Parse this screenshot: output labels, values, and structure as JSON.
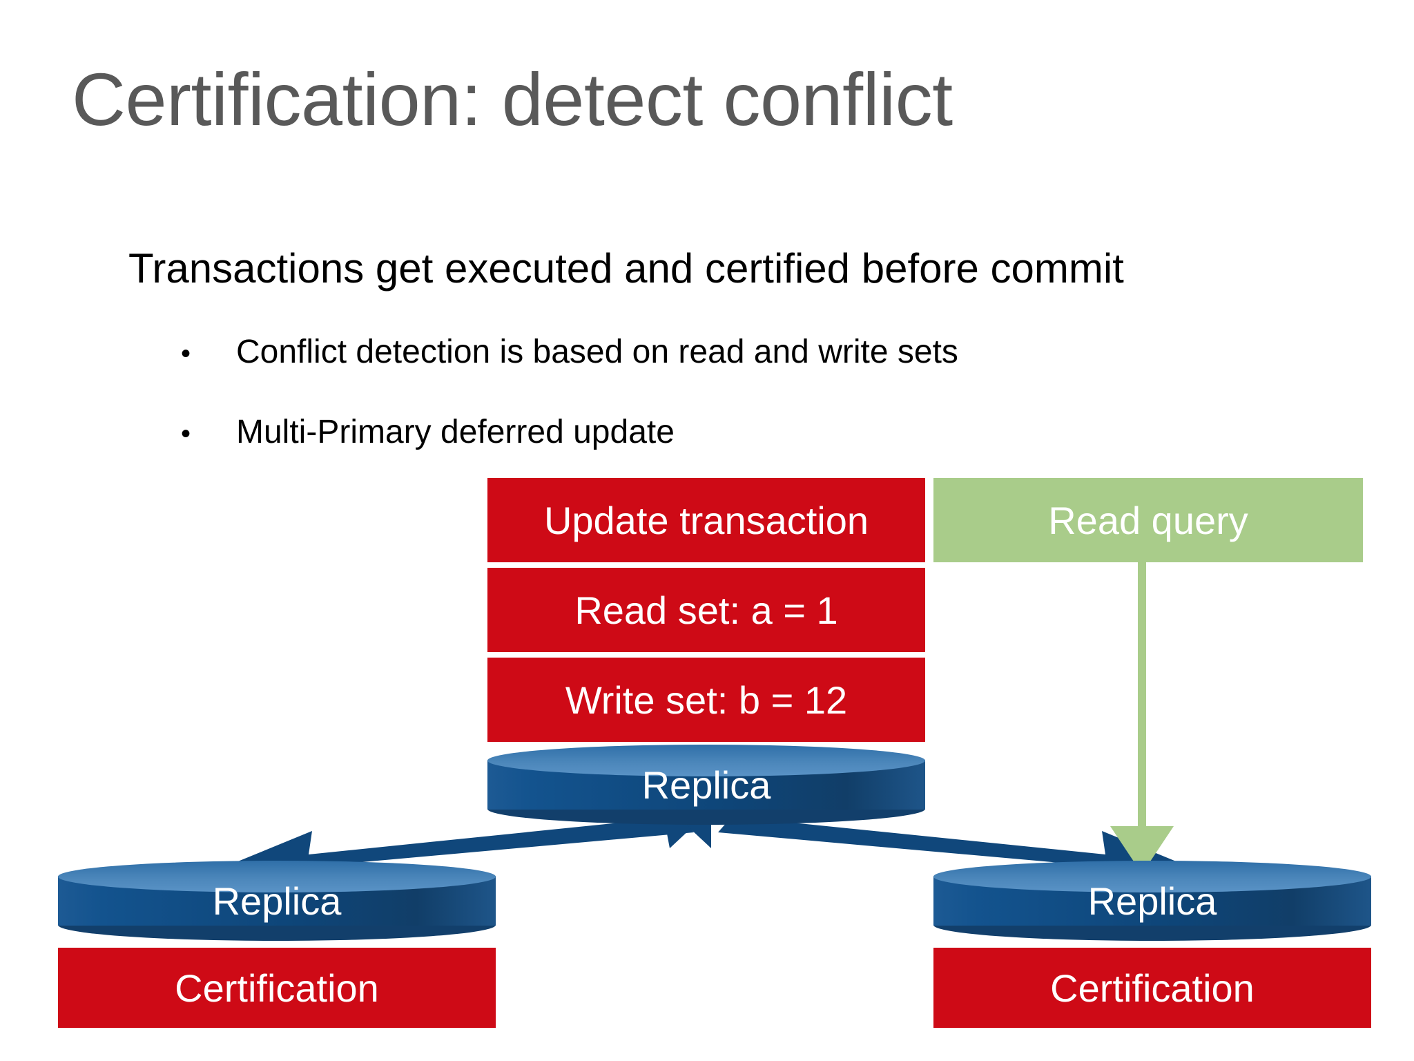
{
  "slide": {
    "title": "Certification: detect conflict",
    "lead": "Transactions get executed and certified before commit",
    "bullets": [
      {
        "marker": "•",
        "text": "Conflict detection is based on read and write sets"
      },
      {
        "marker": "•",
        "text": "Multi-Primary deferred update"
      }
    ]
  },
  "diagram": {
    "update_transaction": "Update transaction",
    "read_set": "Read set: a = 1",
    "write_set": "Write set: b = 12",
    "read_query": "Read query",
    "replica_middle": "Replica",
    "replica_left": "Replica",
    "replica_right": "Replica",
    "certification_left": "Certification",
    "certification_right": "Certification"
  },
  "colors": {
    "title_gray": "#595959",
    "body_black": "#000000",
    "red": "#CE0A16",
    "green": "#A9CC8A",
    "blue_cylinder": "#0E4578",
    "blue_cylinder_top": "#4B86BA",
    "blue_arrow": "#10477B",
    "green_arrow": "#A9CC8A",
    "background": "#FFFFFF"
  }
}
